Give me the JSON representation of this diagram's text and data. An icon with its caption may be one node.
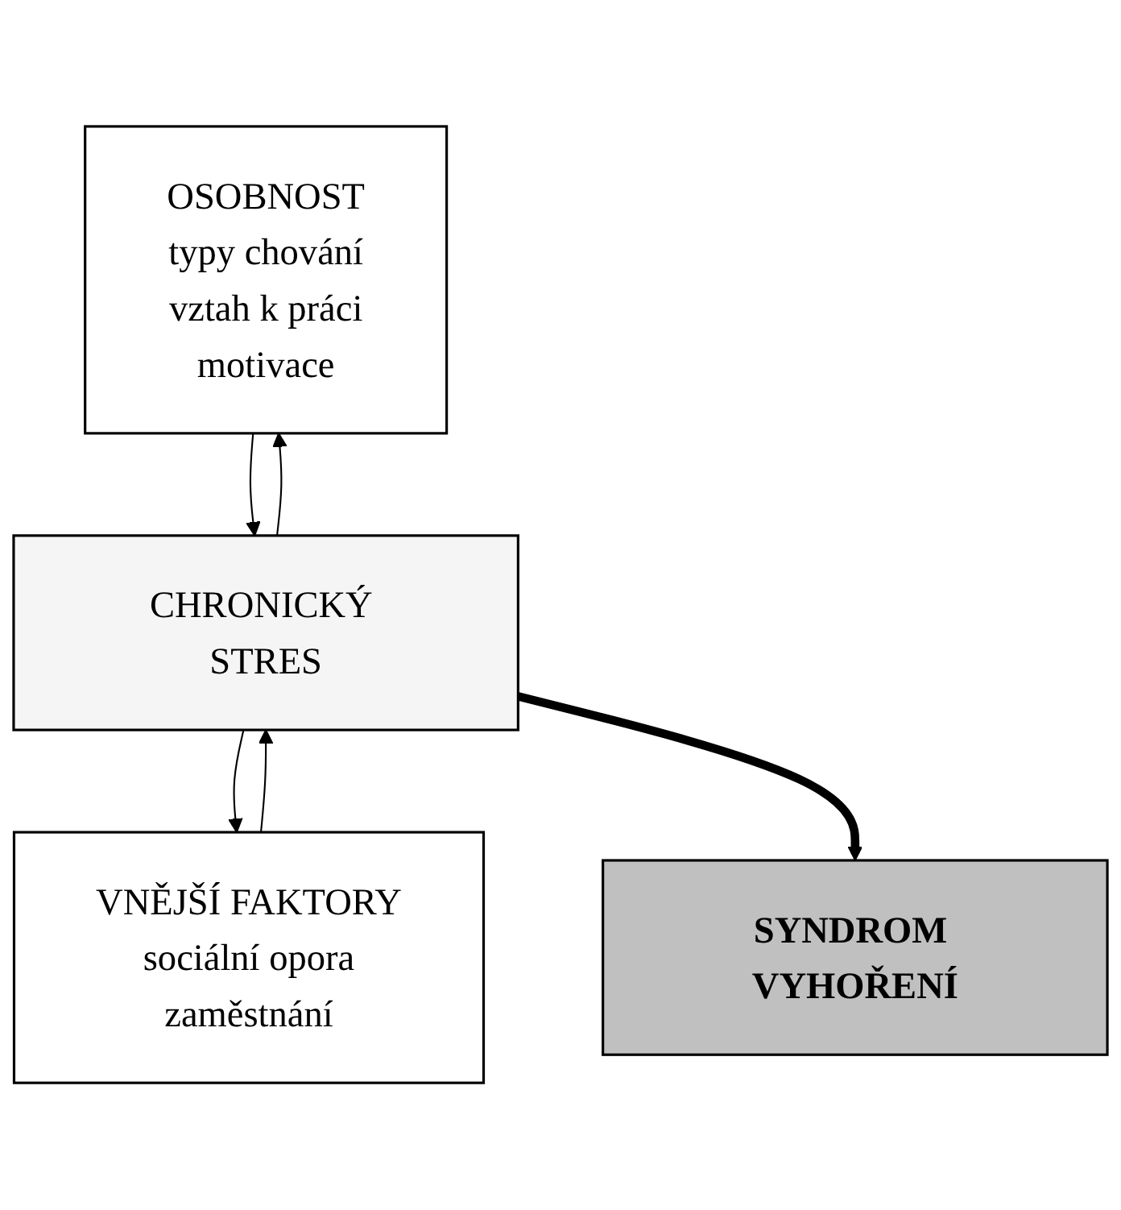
{
  "diagram": {
    "nodes": [
      {
        "text": [
          "OSOBNOST",
          "typy chování",
          "vztah k práci",
          "motivace"
        ]
      },
      {
        "text": [
          "CHRONICKÝ STRES"
        ]
      },
      {
        "text": [
          "VNĚJŠÍ FAKTORY",
          "sociální opora",
          "zaměstnání"
        ]
      },
      {
        "text": [
          "SYNDROM VYHOŘENÍ"
        ]
      }
    ],
    "edges": [
      {
        "from": 0,
        "to": 1,
        "arrow": "to"
      },
      {
        "from": 1,
        "to": 0,
        "arrow": "to"
      },
      {
        "from": 1,
        "to": 2,
        "arrow": "to"
      },
      {
        "from": 2,
        "to": 1,
        "arrow": "to"
      },
      {
        "from": 1,
        "to": 3,
        "arrow": "to",
        "style": "thick"
      }
    ]
  }
}
